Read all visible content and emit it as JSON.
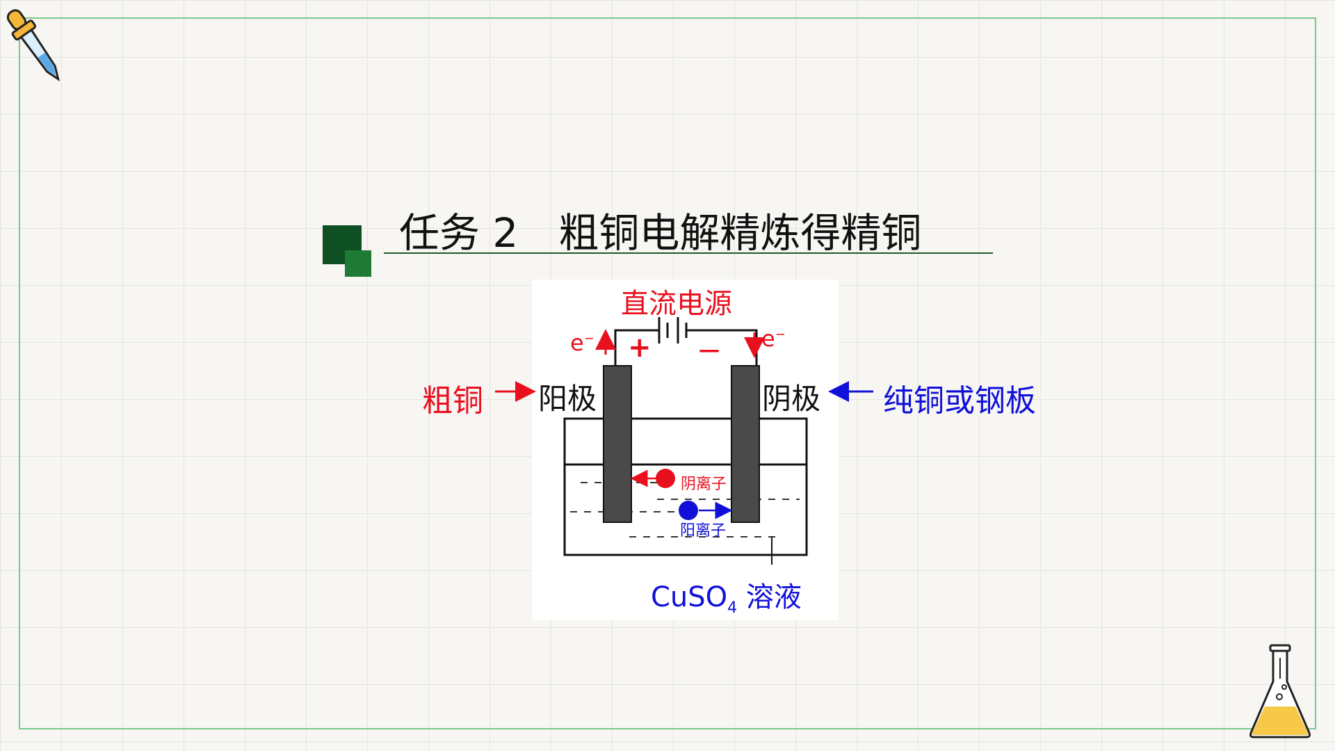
{
  "title": "任务 2　粗铜电解精炼得精铜",
  "diagram": {
    "power_label": "直流电源",
    "plus_sign": "+",
    "minus_sign": "－",
    "electron_left": "e",
    "electron_right": "e",
    "electron_superscript": "−",
    "anode_label": "阳极",
    "cathode_label": "阴极",
    "crude_copper_label": "粗铜",
    "pure_copper_label": "纯铜或钢板",
    "anion_label": "阴离子",
    "cation_label": "阳离子",
    "solution_formula_prefix": "CuSO",
    "solution_formula_subscript": "4",
    "solution_word": "溶液"
  },
  "colors": {
    "red": "#e8101e",
    "blue": "#1010d8",
    "electrode": "#4a4a4a",
    "accent_green_dark": "#0f4f24",
    "accent_green": "#1e7a34",
    "frame_green": "#7bc88a"
  },
  "icons": {
    "top_left": "dropper-icon",
    "bottom_right": "flask-icon",
    "title_marker": "square-marker-icon"
  }
}
